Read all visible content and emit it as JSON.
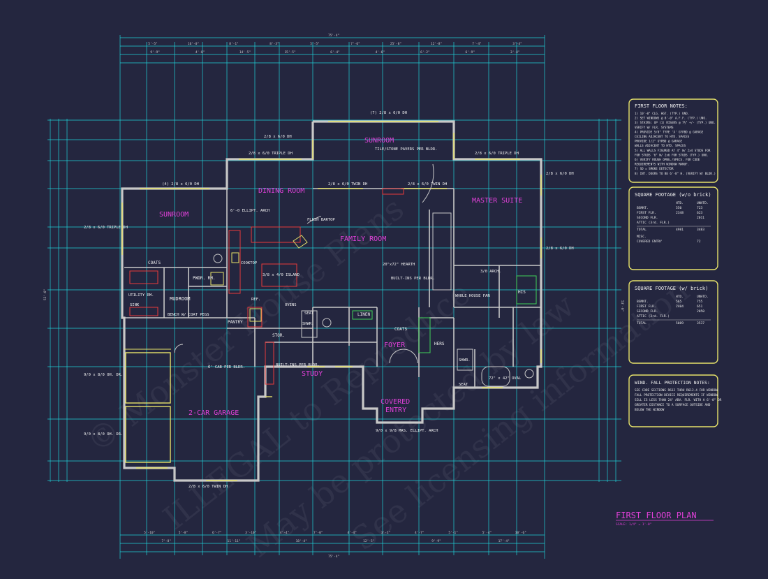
{
  "plan": {
    "title": "FIRST FLOOR PLAN",
    "scale": "SCALE: 1/4\" = 1'-0\"",
    "overall_width": "75'-4\"",
    "overall_depth": "53'-0\""
  },
  "rooms": {
    "sunroom_rear": "SUNROOM",
    "sunroom_note": "TILE/STONE PAVERS PER BLDR.",
    "sunroom_left": "SUNROOM",
    "dining": "DINING ROOM",
    "family": "FAMILY ROOM",
    "master": "MASTER SUITE",
    "utility": "UTILITY RM.",
    "mudroom": "MUDROOM",
    "pwdr": "PWDR. RM.",
    "pantry": "PANTRY",
    "stor": "STOR.",
    "linen": "LINEN",
    "foyer": "FOYER",
    "study": "STUDY",
    "garage": "2-CAR GARAGE",
    "covered_entry_1": "COVERED",
    "covered_entry_2": "ENTRY",
    "his": "HIS",
    "hers": "HERS",
    "coats_top": "COATS",
    "coats_foyer": "COATS"
  },
  "labels": {
    "window_rear": "(7) 2/8 x 6/0 DH",
    "tr_1": "2/8 x 6/0 TRIPLE DH",
    "tr_2": "2/8 x 6/0 TRIPLE DH",
    "tr_3": "2/8 x 6/0 TRIPLE DH",
    "dh_1": "2/8 x 6/0 DH",
    "dh_2": "(4) 2/8 x 6/0 DH",
    "dh_3": "2/8 x 6/0 DH",
    "dh_4": "2/8 x 6/0 DH",
    "twin_1": "2/8 x 6/0 TWIN DH",
    "twin_2": "2/8 x 6/0 TWIN DH",
    "twin_3": "2/8 x 6/0 TWIN DH",
    "ellipt_arch": "6'-0 ELLIPT. ARCH",
    "flush_bartop": "FLUSH BARTOP",
    "cooktop": "COOKTOP",
    "island": "3/8 x 4/0 ISLAND",
    "hearth": "20\"x72\" HEARTH",
    "built_ins_1": "BUILT-INS PER BLDR.",
    "built_ins_2": "BUILT-INS PER BLDR.",
    "ovens": "OVENS",
    "ref": "REF.",
    "bench": "BENCH W/ COAT PEGS",
    "sink": "SINK",
    "shwr_1": "SHWR.",
    "shwr_2": "SHWR.",
    "seat_1": "SEAT",
    "seat_2": "SEAT",
    "whole_house_fan": "WHOLE HOUSE FAN",
    "garage_door_1": "9/0 x 8/0 OH. DR.",
    "garage_door_2": "9/0 x 8/0 OH. DR.",
    "cab_per_bldr": "6' CAB PER BLDR.",
    "mas_arch": "9/0 x 9/8 MAS. ELLIPT. ARCH",
    "tub": "72\" x 42\" OVAL",
    "arch_30": "3/0 ARCH."
  },
  "notes": [
    {
      "title": "FIRST FLOOR NOTES:",
      "lines": [
        "1) 10'-0\" CLG. HGT. (TYP.) UNO.",
        "2) SET WINDOWS @ 8'-0\" A.F.F. (TYP.) UNO.",
        "3) STAIRS: UP (1) RISERS @ 7½\" +/- (TYP.) UNO.",
        "   VERIFY W/ FLR. SYSTEMS",
        "4) PROVIDE 5/8\" TYPE 'X' GYPBD @ GARAGE",
        "   CEILING ADJACENT TO HTD. SPACES",
        "   PROVIDE 1/2\" GYPBD @ GARAGE",
        "   WALLS ADJACENT TO HTD. SPACES",
        "5) ALL WALLS FIGURED AT 4\" W/ 2x4 STUDS FOR",
        "   FOR STUDS '6\" W/ 2x6 FOR STUDS (TYP.) UNO.",
        "6) VERIFY ROUGH OPNG./SPECS. FOR CODE",
        "   REQUIREMENTS WITH WINDOW MANUF.",
        "7) SD = SMOKE DETECTOR",
        "8) INT. DOORS TO BE 6'-8\" H. (VERIFY W/ BLDR.)"
      ]
    },
    {
      "title": "SQUARE FOOTAGE (w/o brick)",
      "header": [
        "",
        "HTD.",
        "UNHTD."
      ],
      "rows": [
        [
          "BSMNT.",
          "550",
          "723"
        ],
        [
          "FIRST FLR.",
          "2348",
          "623"
        ],
        [
          "SECOND FLR.",
          "",
          "2011"
        ],
        [
          "ATTIC (3rd. FLR.)",
          "",
          ""
        ]
      ],
      "total": [
        "TOTAL",
        "4981",
        "3483"
      ],
      "misc_title": "MISC.",
      "misc": [
        "COVERED ENTRY",
        "72"
      ]
    },
    {
      "title": "SQUARE FOOTAGE (w/ brick)",
      "header": [
        "",
        "HTD.",
        "UNHTD."
      ],
      "rows": [
        [
          "BSMNT.",
          "565",
          "755"
        ],
        [
          "FIRST FLR.",
          "2404",
          "651"
        ],
        [
          "SECOND FLR.",
          "",
          "2050"
        ],
        [
          "ATTIC (3rd. FLR.)",
          "",
          ""
        ]
      ],
      "total": [
        "TOTAL",
        "5089",
        "3537"
      ]
    },
    {
      "title": "WIND. FALL PROTECTION NOTES:",
      "lines": [
        "SEE CODE SECTIONS R612 THRU R612.4 FOR WINDOW",
        "FALL PROTECTION DEVICE REQUIREMENTS IF WINDOW",
        "SILL IS LESS THAN 24\" ABV. FLR. WITH A 6'-0\" OR",
        "GREATER DISTANCE TO A SURFACE OUTSIDE AND",
        "BELOW THE WINDOW"
      ]
    }
  ],
  "dims": {
    "top_1": [
      "5'-5\"",
      "16'-0\"",
      "8'-1\"",
      "8'-3\"",
      "5'-5\"",
      "7'-6\"",
      "25'-8\"",
      "12'-8\"",
      "7'-4\"",
      "3'-4\""
    ],
    "top_2": [
      "9'-9\"",
      "4'-8\"",
      "14'-5\"",
      "15'-5\"",
      "6'-4\"",
      "4'-6\"",
      "6'-2\"",
      "6'-9\"",
      "3'-4\""
    ],
    "bottom_1": [
      "5'-10\"",
      "5'-8\"",
      "6'-7\"",
      "3'-10\"",
      "4'-4\"",
      "7'-0\"",
      "4'-4\"",
      "3'-1\"",
      "4'-7\"",
      "5'-1\"",
      "5'-4\"",
      "10'-6\""
    ],
    "bottom_2": [
      "7'-8\"",
      "11'-11\"",
      "18'-4\"",
      "12'-5\"",
      "9'-9\"",
      "17'-4\""
    ]
  },
  "watermarks": [
    "© Monster House Plans",
    "ILLEGAL to Reproduce",
    "May be protected by law",
    "See licensing information"
  ],
  "colors": {
    "background": "#24263f",
    "dimension": "#1fd0d8",
    "wall": "#c8c8c8",
    "room_label": "#e040d8",
    "window": "#e6e26a",
    "note_border": "#e6e26a",
    "accent_red": "#e83b3b",
    "accent_green": "#3fd35a"
  }
}
